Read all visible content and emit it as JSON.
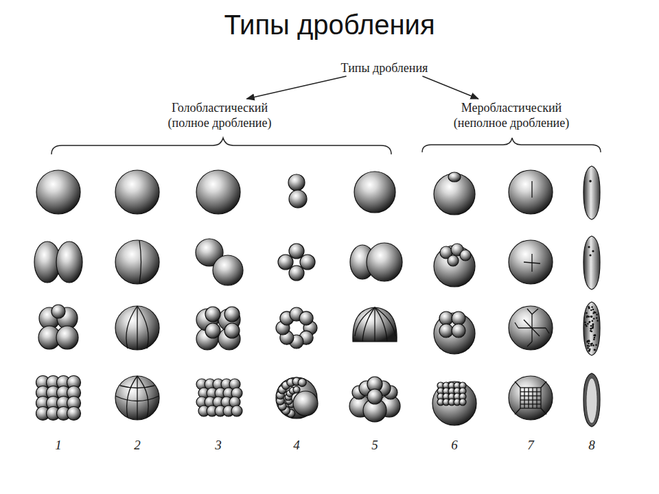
{
  "diagram": {
    "title": "Типы дробления",
    "nodes": [
      {
        "text": [
          "Типы дробления"
        ]
      },
      {
        "text": [
          "Голобластический",
          "(полное дробление)"
        ]
      },
      {
        "text": [
          "Меробластический",
          "(неполное дробление)"
        ]
      }
    ],
    "edges": [
      {
        "from": 0,
        "to": 1,
        "arrow": "to"
      },
      {
        "from": 0,
        "to": 2,
        "arrow": "to"
      }
    ],
    "labels": [
      "1",
      "2",
      "3",
      "4",
      "5",
      "6",
      "7",
      "8"
    ]
  }
}
